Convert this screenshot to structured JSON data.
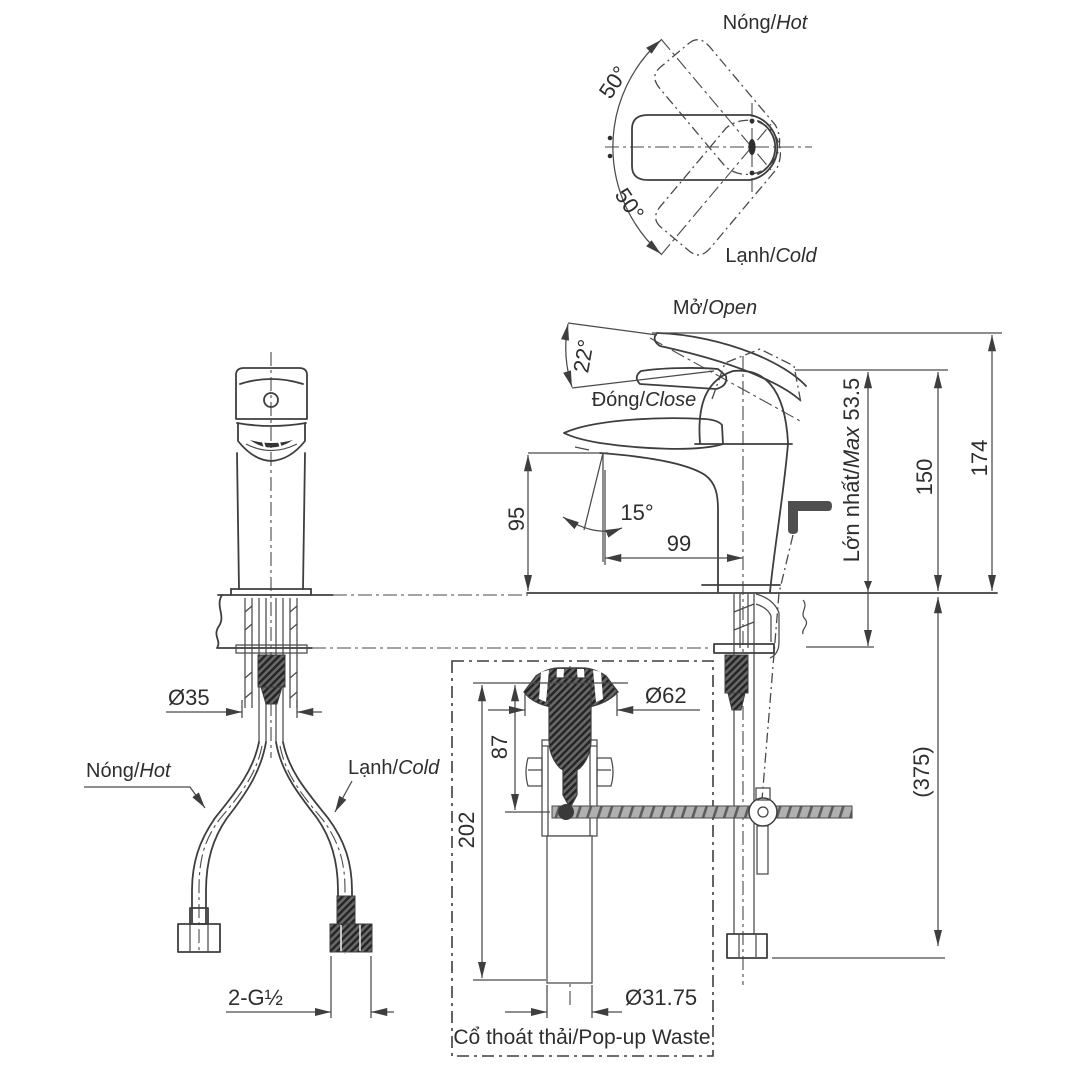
{
  "drawing": {
    "top_view": {
      "hot": {
        "vi": "Nóng/",
        "en": "Hot"
      },
      "cold": {
        "vi": "Lạnh/",
        "en": "Cold"
      },
      "angle_upper": "50°",
      "angle_lower": "50°"
    },
    "side_view": {
      "open": {
        "vi": "Mở/",
        "en": "Open"
      },
      "close": {
        "vi": "Đóng/",
        "en": "Close"
      },
      "angle_open": "22°",
      "angle_spout": "15°",
      "dim_spout_height": "95",
      "dim_spout_reach": "99",
      "max_label": {
        "vi": "Lớn nhất/",
        "en": "Max",
        "value": " 53.5"
      },
      "dim_height_closed": "150",
      "dim_height_open": "174",
      "dim_below_counter": "(375)"
    },
    "front_view": {
      "dim_body": "Ø35",
      "hot": {
        "vi": "Nóng/",
        "en": "Hot"
      },
      "cold": {
        "vi": "Lạnh/",
        "en": "Cold"
      },
      "thread": "2-G½"
    },
    "popup_waste": {
      "title": {
        "vi": "Cổ thoát thải/",
        "en": "Pop-up Waste"
      },
      "dim_total_height": "202",
      "dim_upper_height": "87",
      "dim_flange": "Ø62",
      "dim_tailpipe": "Ø31.75"
    }
  }
}
